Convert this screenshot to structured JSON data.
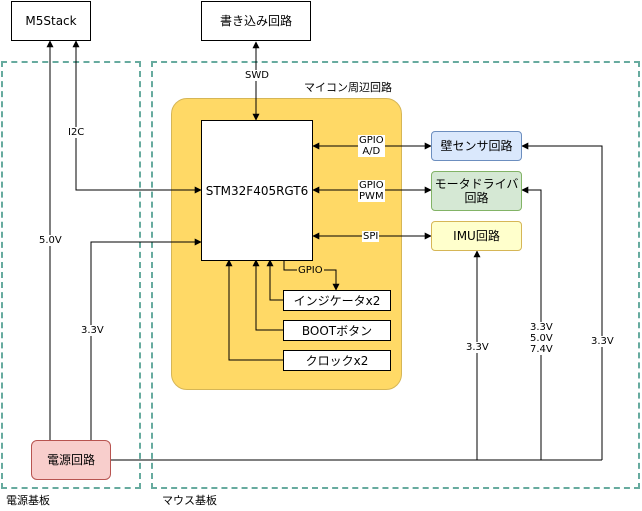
{
  "blocks": {
    "m5stack": "M5Stack",
    "writer": "書き込み回路",
    "mcu": "STM32F405RGT6",
    "wall_sensor": "壁センサ回路",
    "motor_driver": "モータドライバ\n回路",
    "imu": "IMU回路",
    "indicator": "インジケータx2",
    "boot": "BOOTボタン",
    "clock": "クロックx2",
    "power": "電源回路"
  },
  "groups": {
    "mcu_periph": "マイコン周辺回路",
    "power_board": "電源基板",
    "mouse_board": "マウス基板"
  },
  "signals": {
    "swd": "SWD",
    "i2c": "I2C",
    "gpio_ad": "GPIO\nA/D",
    "gpio_pwm": "GPIO\nPWM",
    "spi": "SPI",
    "gpio": "GPIO",
    "v50": "5.0V",
    "v33_left": "3.3V",
    "v33_imu": "3.3V",
    "v_motor": "3.3V\n5.0V\n7.4V",
    "v33_right": "3.3V"
  },
  "colors": {
    "yellow_group": "#FFD966",
    "yellow_border": "#D6B656",
    "blue_box": "#DAE8FC",
    "green_box": "#D5E8D4",
    "light_yellow_box": "#FFFFCC",
    "red_box": "#F8CECC",
    "dashed_border": "#67AB9F"
  }
}
